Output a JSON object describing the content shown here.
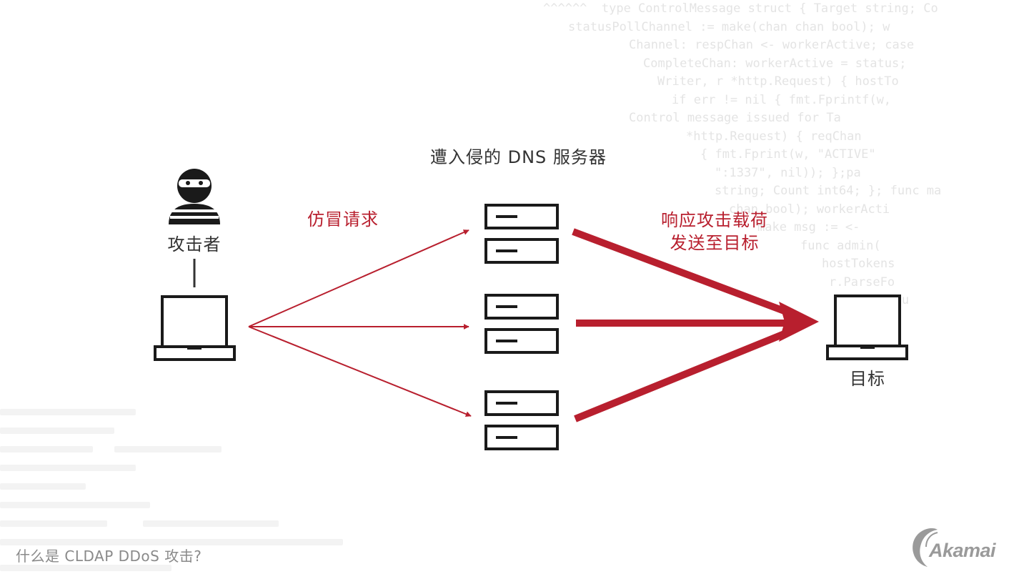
{
  "background_code": [
    "   ^^^^^^  type ControlMessage struct { Target string; Co",
    "              statusPollChannel := make(chan chan bool); w",
    "                   Channel: respChan <- workerActive; case",
    "                   CompleteChan: workerActive = status;",
    "                          Writer, r *http.Request) { hostTo",
    "                            if err != nil { fmt.Fprintf(w,",
    "                          Control message issued for Ta",
    "                         *http.Request) { reqChan",
    "                          { fmt.Fprint(w, \"ACTIVE\"",
    "                           \":1337\", nil)); };pa",
    "                       string; Count int64; }; func ma",
    "                          chan bool); workerActi",
    "                                make msg := <-",
    "                                  func admin(",
    "                                   hostTokens",
    "                                   r.ParseFo",
    "                                    count: lu"
  ],
  "diagram": {
    "attacker_label": "攻击者",
    "dns_servers_label": "遭入侵的 DNS 服务器",
    "spoofed_request_label": "仿冒请求",
    "payload_label_line1": "响应攻击载荷",
    "payload_label_line2": "发送至目标",
    "target_label": "目标"
  },
  "caption": "什么是 CLDAP DDoS 攻击?",
  "logo": {
    "text": "Akamai"
  },
  "colors": {
    "accent": "#b81f2e",
    "ink": "#1a1a1a",
    "muted": "#8a8a8a"
  }
}
